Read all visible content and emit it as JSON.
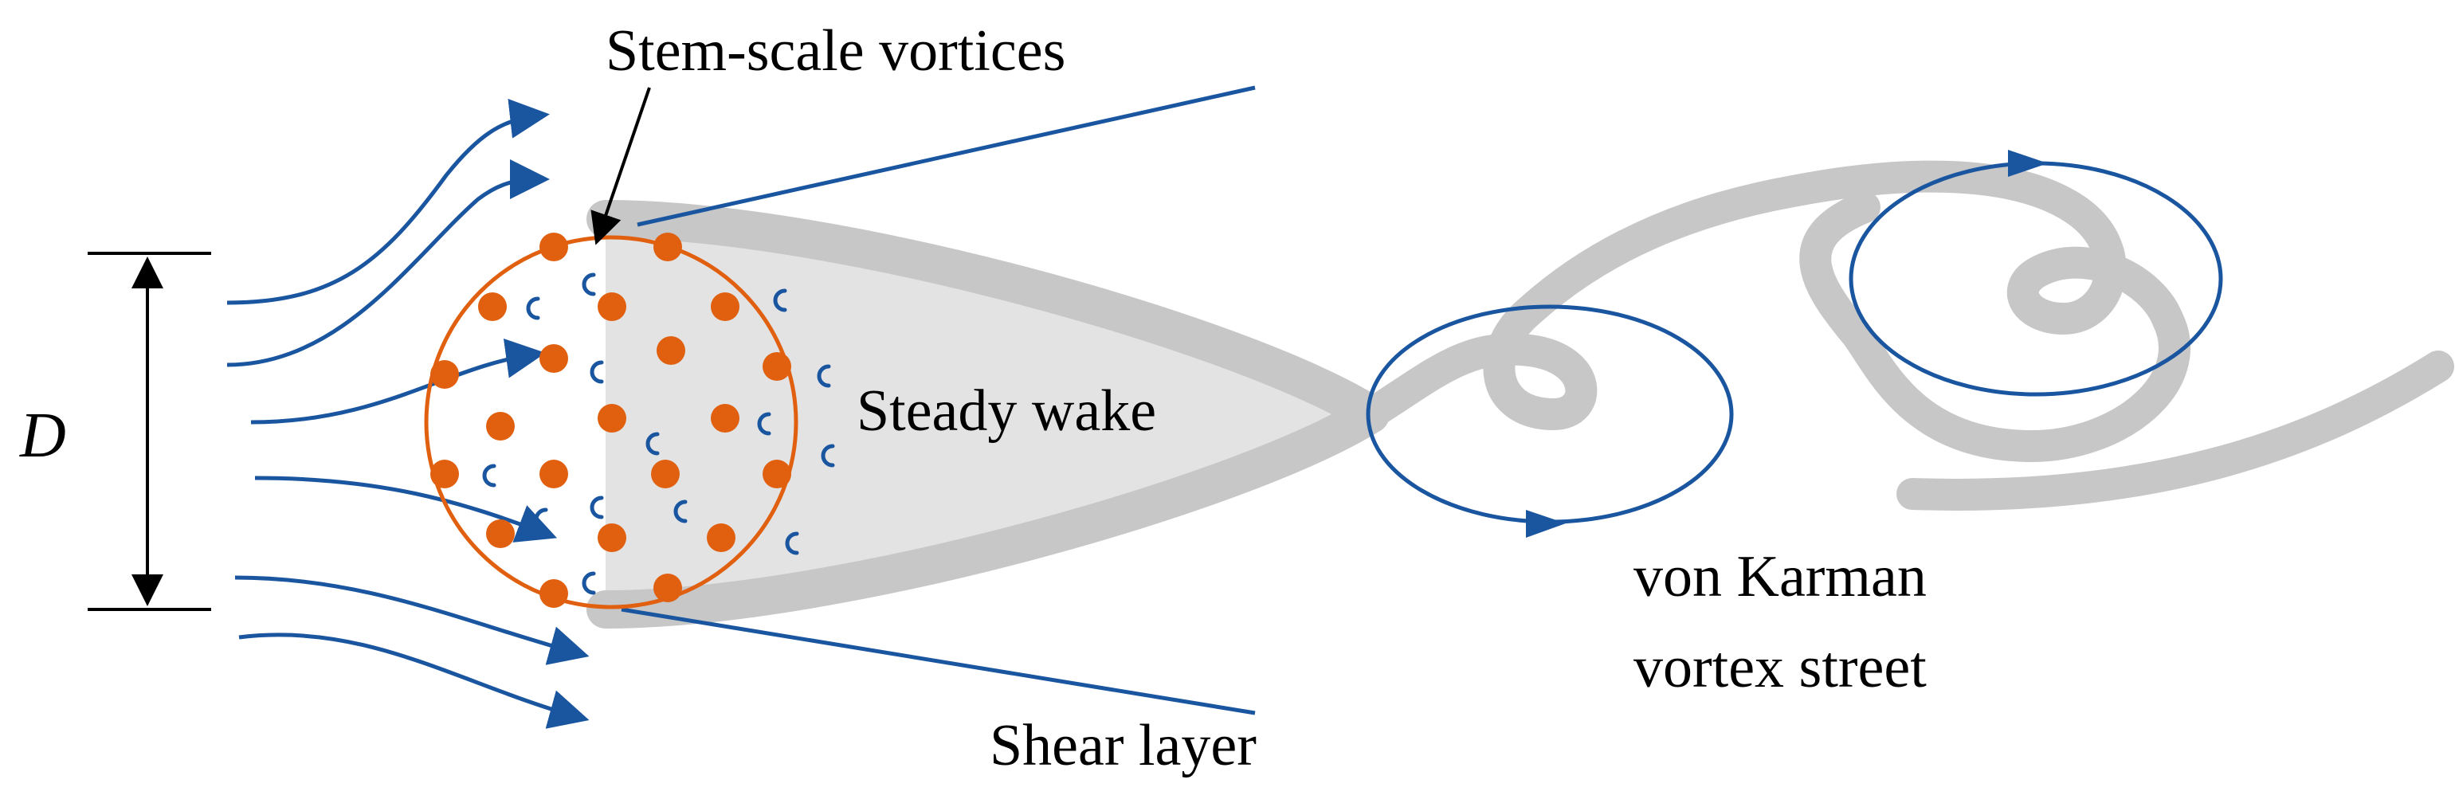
{
  "labels": {
    "stem_scale_vortices": "Stem-scale vortices",
    "steady_wake": "Steady wake",
    "diameter": "D",
    "von_karman_line1": "von Karman",
    "von_karman_line2": "vortex street",
    "shear_layer": "Shear layer"
  },
  "colors": {
    "flow": "#1a55a0",
    "stem": "#e06010",
    "wake_fill": "#e3e3e3",
    "wake_band": "#c7c7c7",
    "text": "#000000"
  },
  "icons": {
    "stem_marker": "filled-circle",
    "small_vortex": "open-c-arc",
    "flow_arrow": "triangle-arrowhead"
  }
}
